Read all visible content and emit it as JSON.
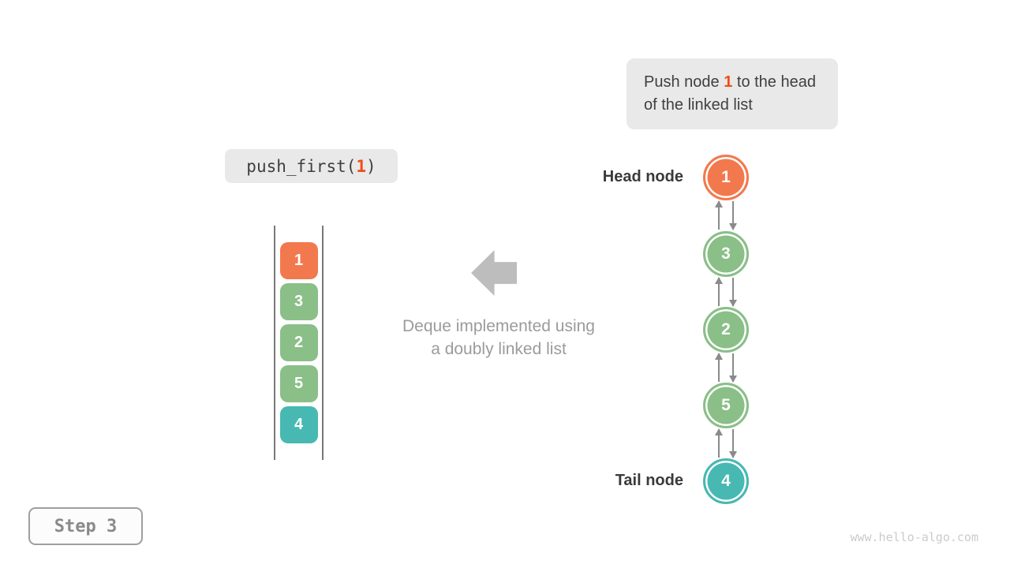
{
  "instruction": {
    "prefix": "Push node ",
    "highlight": "1",
    "suffix": " to the head of the linked list"
  },
  "code": {
    "prefix": "push_first(",
    "arg": "1",
    "suffix": ")"
  },
  "deque": {
    "items": [
      {
        "value": "1",
        "color": "#f2794e"
      },
      {
        "value": "3",
        "color": "#8abf88"
      },
      {
        "value": "2",
        "color": "#8abf88"
      },
      {
        "value": "5",
        "color": "#8abf88"
      },
      {
        "value": "4",
        "color": "#48b8b2"
      }
    ]
  },
  "annotation": {
    "line1": "Deque implemented using",
    "line2": "a doubly linked list"
  },
  "linked_list": {
    "head_label": "Head node",
    "tail_label": "Tail node",
    "nodes": [
      {
        "value": "1",
        "color": "#f2794e"
      },
      {
        "value": "3",
        "color": "#8abf88"
      },
      {
        "value": "2",
        "color": "#8abf88"
      },
      {
        "value": "5",
        "color": "#8abf88"
      },
      {
        "value": "4",
        "color": "#48b8b2"
      }
    ]
  },
  "step": {
    "label": "Step 3"
  },
  "watermark": "www.hello-algo.com",
  "colors": {
    "accent": "#ee4e17",
    "node_orange": "#f2794e",
    "node_green": "#8abf88",
    "node_teal": "#48b8b2",
    "box_bg": "#e9e9e9",
    "arrow_gray": "#8a8a8a",
    "muted_text": "#9b9b9b"
  }
}
